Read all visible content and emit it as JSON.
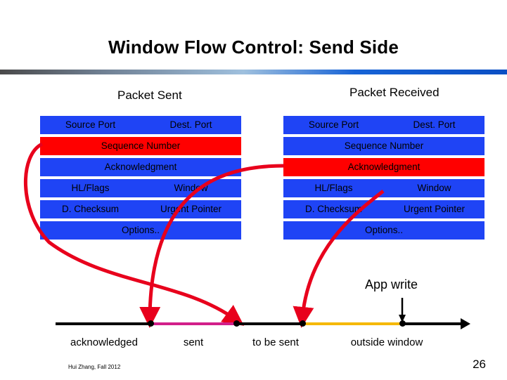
{
  "slide": {
    "title": "Window Flow Control: Send Side",
    "page_number": "26",
    "footer": "Hui Zhang, Fall 2012"
  },
  "packets": {
    "sent": {
      "heading": "Packet Sent",
      "rows": [
        {
          "cells": [
            {
              "label": "Source Port",
              "color": "#1f44f5"
            },
            {
              "label": "Dest. Port",
              "color": "#1f44f5"
            }
          ]
        },
        {
          "cells": [
            {
              "label": "Sequence Number",
              "color": "#ff0000"
            }
          ]
        },
        {
          "cells": [
            {
              "label": "Acknowledgment",
              "color": "#1f44f5"
            }
          ]
        },
        {
          "cells": [
            {
              "label": "HL/Flags",
              "color": "#1f44f5"
            },
            {
              "label": "Window",
              "color": "#1f44f5"
            }
          ]
        },
        {
          "cells": [
            {
              "label": "D. Checksum",
              "color": "#1f44f5"
            },
            {
              "label": "Urgent Pointer",
              "color": "#1f44f5"
            }
          ]
        },
        {
          "cells": [
            {
              "label": "Options..",
              "color": "#1f44f5"
            }
          ]
        }
      ]
    },
    "received": {
      "heading": "Packet Received",
      "rows": [
        {
          "cells": [
            {
              "label": "Source Port",
              "color": "#1f44f5"
            },
            {
              "label": "Dest. Port",
              "color": "#1f44f5"
            }
          ]
        },
        {
          "cells": [
            {
              "label": "Sequence Number",
              "color": "#1f44f5"
            }
          ]
        },
        {
          "cells": [
            {
              "label": "Acknowledgment",
              "color": "#ff0000"
            }
          ]
        },
        {
          "cells": [
            {
              "label": "HL/Flags",
              "color": "#1f44f5"
            },
            {
              "label": "Window",
              "color": "#1f44f5"
            }
          ]
        },
        {
          "cells": [
            {
              "label": "D. Checksum",
              "color": "#1f44f5"
            },
            {
              "label": "Urgent Pointer",
              "color": "#1f44f5"
            }
          ]
        },
        {
          "cells": [
            {
              "label": "Options..",
              "color": "#1f44f5"
            }
          ]
        }
      ]
    }
  },
  "annotations": {
    "app_write": "App write"
  },
  "timeline": {
    "segments": [
      {
        "label": "acknowledged",
        "color": "#000000"
      },
      {
        "label": "sent",
        "color": "#d21f8a"
      },
      {
        "label": "to be sent",
        "color": "#000000"
      },
      {
        "label": "outside window",
        "color": "#f5b800"
      }
    ]
  },
  "colors": {
    "field_blue": "#1f44f5",
    "field_red": "#ff0000",
    "arrow_red": "#e8001c",
    "sent_segment": "#d21f8a",
    "outside_segment": "#f5b800"
  }
}
